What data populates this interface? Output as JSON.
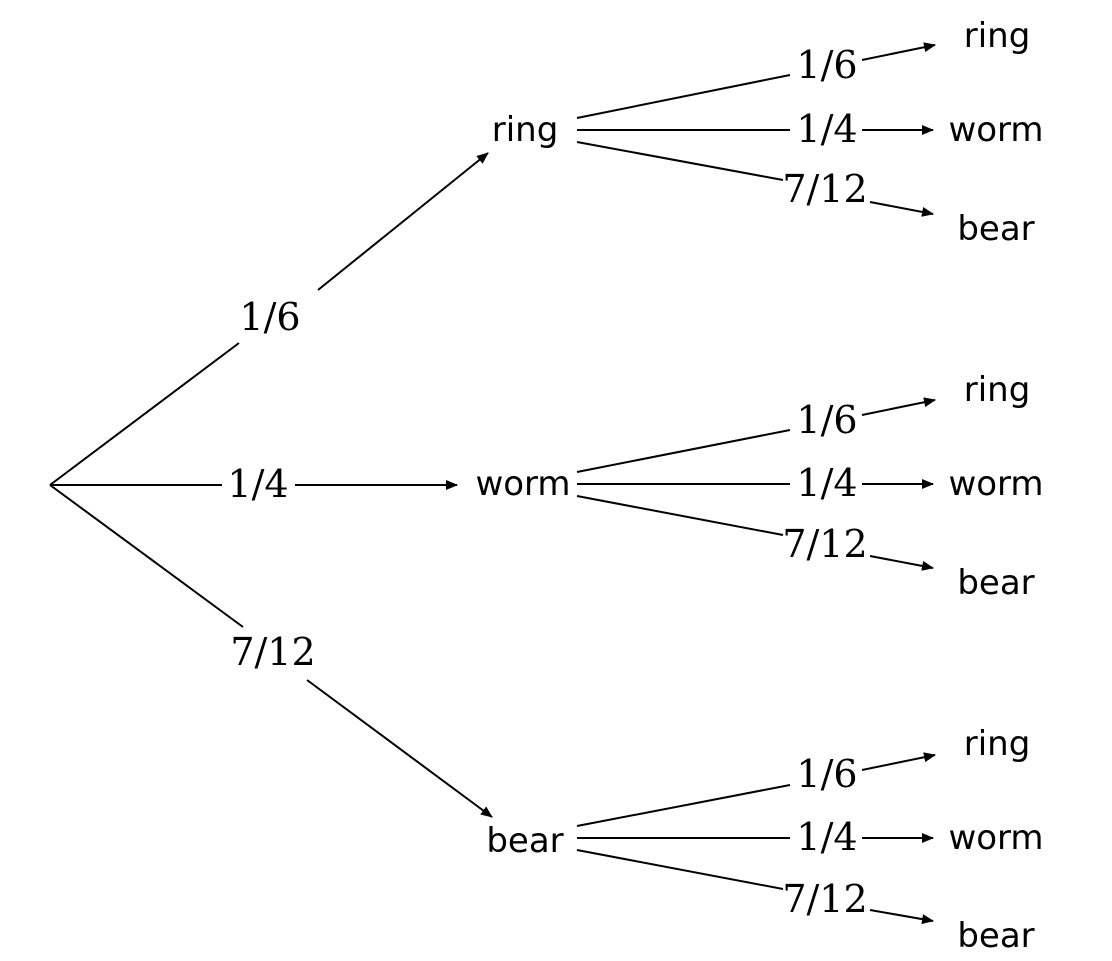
{
  "nodes": {
    "first_ring": "ring",
    "first_worm": "worm",
    "first_bear": "bear",
    "ring_ring": "ring",
    "ring_worm": "worm",
    "ring_bear": "bear",
    "worm_ring": "ring",
    "worm_worm": "worm",
    "worm_bear": "bear",
    "bear_ring": "ring",
    "bear_worm": "worm",
    "bear_bear": "bear"
  },
  "probabilities": {
    "first_ring": "1/6",
    "first_worm": "1/4",
    "first_bear": "7/12",
    "ring_ring": "1/6",
    "ring_worm": "1/4",
    "ring_bear": "7/12",
    "worm_ring": "1/6",
    "worm_worm": "1/4",
    "worm_bear": "7/12",
    "bear_ring": "1/6",
    "bear_worm": "1/4",
    "bear_bear": "7/12"
  }
}
